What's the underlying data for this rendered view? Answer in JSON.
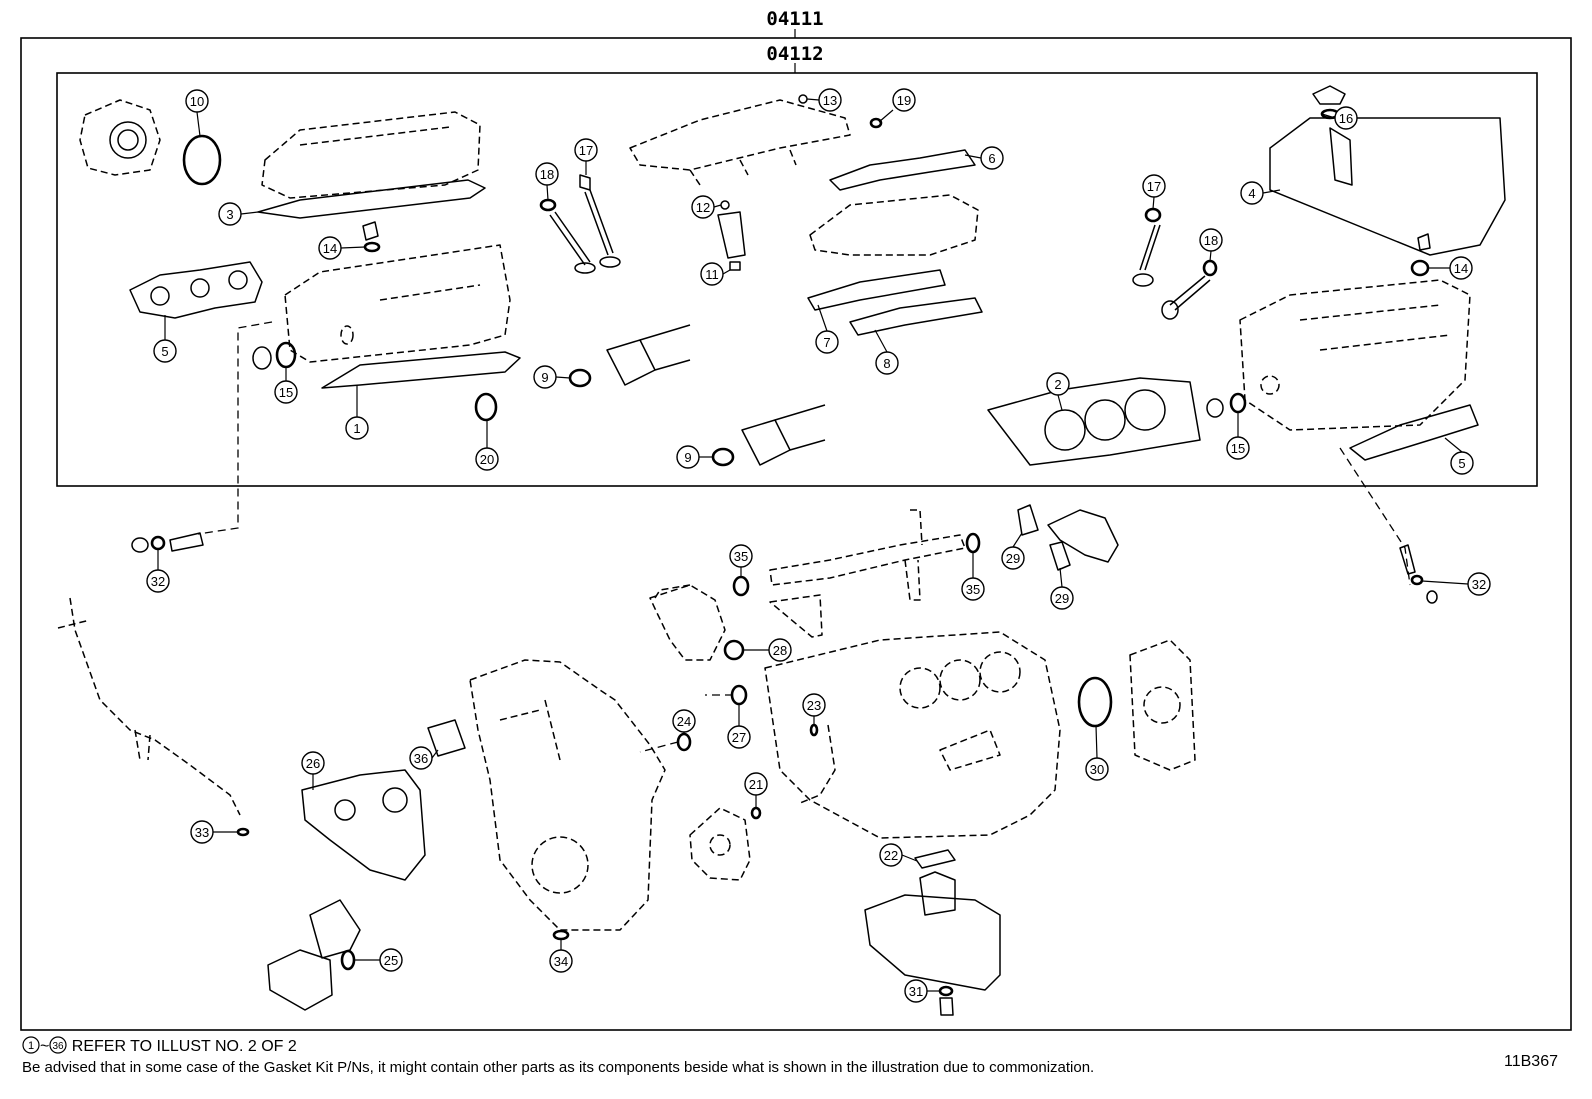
{
  "kit_codes": {
    "outer": "04111",
    "inner": "04112"
  },
  "callouts": [
    {
      "n": "10"
    },
    {
      "n": "3"
    },
    {
      "n": "14"
    },
    {
      "n": "5"
    },
    {
      "n": "15"
    },
    {
      "n": "1"
    },
    {
      "n": "20"
    },
    {
      "n": "18"
    },
    {
      "n": "17"
    },
    {
      "n": "9"
    },
    {
      "n": "9"
    },
    {
      "n": "13"
    },
    {
      "n": "19"
    },
    {
      "n": "6"
    },
    {
      "n": "12"
    },
    {
      "n": "11"
    },
    {
      "n": "7"
    },
    {
      "n": "8"
    },
    {
      "n": "2"
    },
    {
      "n": "17"
    },
    {
      "n": "18"
    },
    {
      "n": "16"
    },
    {
      "n": "4"
    },
    {
      "n": "14"
    },
    {
      "n": "15"
    },
    {
      "n": "5"
    },
    {
      "n": "32"
    },
    {
      "n": "32"
    },
    {
      "n": "35"
    },
    {
      "n": "35"
    },
    {
      "n": "29"
    },
    {
      "n": "29"
    },
    {
      "n": "28"
    },
    {
      "n": "24"
    },
    {
      "n": "27"
    },
    {
      "n": "23"
    },
    {
      "n": "30"
    },
    {
      "n": "36"
    },
    {
      "n": "26"
    },
    {
      "n": "21"
    },
    {
      "n": "33"
    },
    {
      "n": "22"
    },
    {
      "n": "25"
    },
    {
      "n": "34"
    },
    {
      "n": "31"
    }
  ],
  "notes": {
    "refer_range_start": "1",
    "refer_range_sep": "~",
    "refer_range_end": "36",
    "refer_text": "REFER TO ILLUST NO. 2 OF 2",
    "advice": "Be advised that in some case of the Gasket Kit P/Ns,  it might contain other parts as its components beside what is shown in the illustration due to commonization."
  },
  "illustration_id": "11B367"
}
